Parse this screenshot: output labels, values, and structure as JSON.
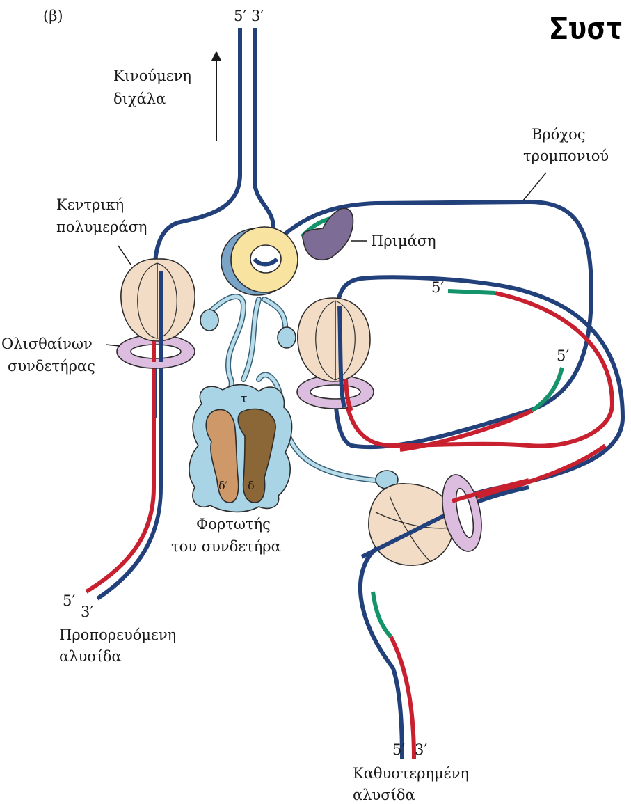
{
  "panel_label": "(β)",
  "heading": "Συστ",
  "labels": {
    "moving_fork": [
      "Κινούμενη",
      "διχάλα"
    ],
    "core_polymerase": [
      "Κεντρική",
      "πολυμεράση"
    ],
    "sliding_clamp": [
      "Ολισθαίνων",
      "συνδετήρας"
    ],
    "primase": "Πριμάση",
    "trombone_loop": [
      "Βρόχος",
      "τρομπονιού"
    ],
    "clamp_loader": [
      "Φορτωτής",
      "του συνδετήρα"
    ],
    "leading_strand": [
      "Προπορευόμενη",
      "αλυσίδα"
    ],
    "lagging_strand": [
      "Καθυστερημένη",
      "αλυσίδα"
    ]
  },
  "ends": {
    "top_5": "5′",
    "top_3": "3′",
    "loop_5_upper": "5′",
    "loop_5_lower": "5′",
    "leading_5": "5′",
    "leading_3": "3′",
    "lagging_5": "5′",
    "lagging_3": "3′"
  },
  "subunits": {
    "tau": "τ",
    "delta_prime": "δ′",
    "delta": "δ"
  },
  "colors": {
    "template_strand": "#22407a",
    "new_dna": "#c8202f",
    "rna_primer": "#15936b",
    "polymerase": "#f2dcc6",
    "sliding_clamp": "#dcbde0",
    "helicase": "#f8e4a0",
    "primase": "#7d6c96",
    "clamp_loader": "#a8d4e6",
    "delta_prime_subunit": "#cf9868",
    "delta_subunit": "#8b6637"
  }
}
